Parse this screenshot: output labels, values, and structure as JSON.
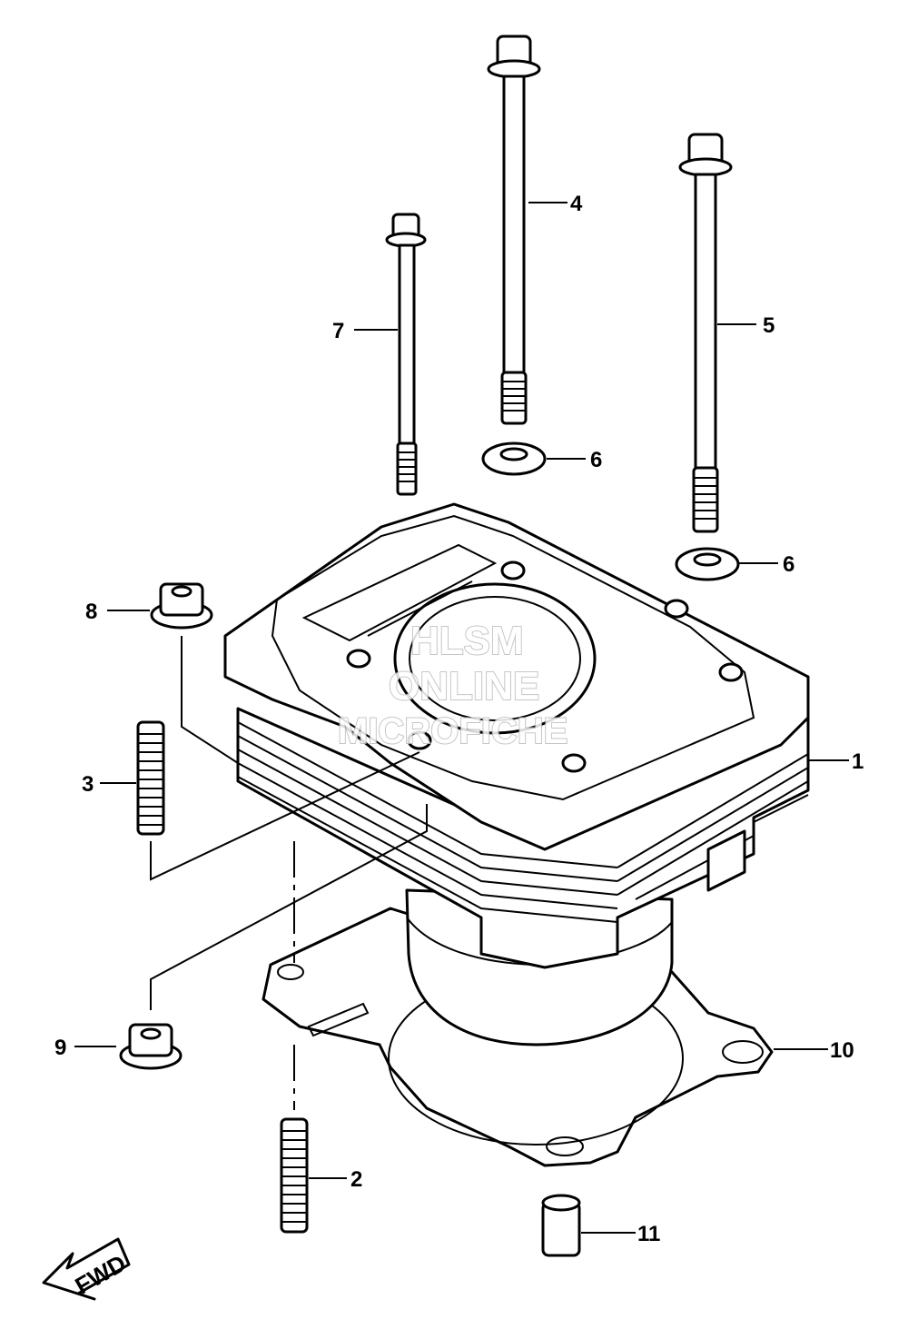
{
  "callouts": [
    {
      "id": "1",
      "label": "1"
    },
    {
      "id": "2",
      "label": "2"
    },
    {
      "id": "3",
      "label": "3"
    },
    {
      "id": "4",
      "label": "4"
    },
    {
      "id": "5",
      "label": "5"
    },
    {
      "id": "6a",
      "label": "6"
    },
    {
      "id": "6b",
      "label": "6"
    },
    {
      "id": "7",
      "label": "7"
    },
    {
      "id": "8",
      "label": "8"
    },
    {
      "id": "9",
      "label": "9"
    },
    {
      "id": "10",
      "label": "10"
    },
    {
      "id": "11",
      "label": "11"
    }
  ],
  "watermark": {
    "line1": "HLSM",
    "line2": "ONLINE",
    "line3": "MICROFICHE"
  },
  "fwd_label": "FWD"
}
